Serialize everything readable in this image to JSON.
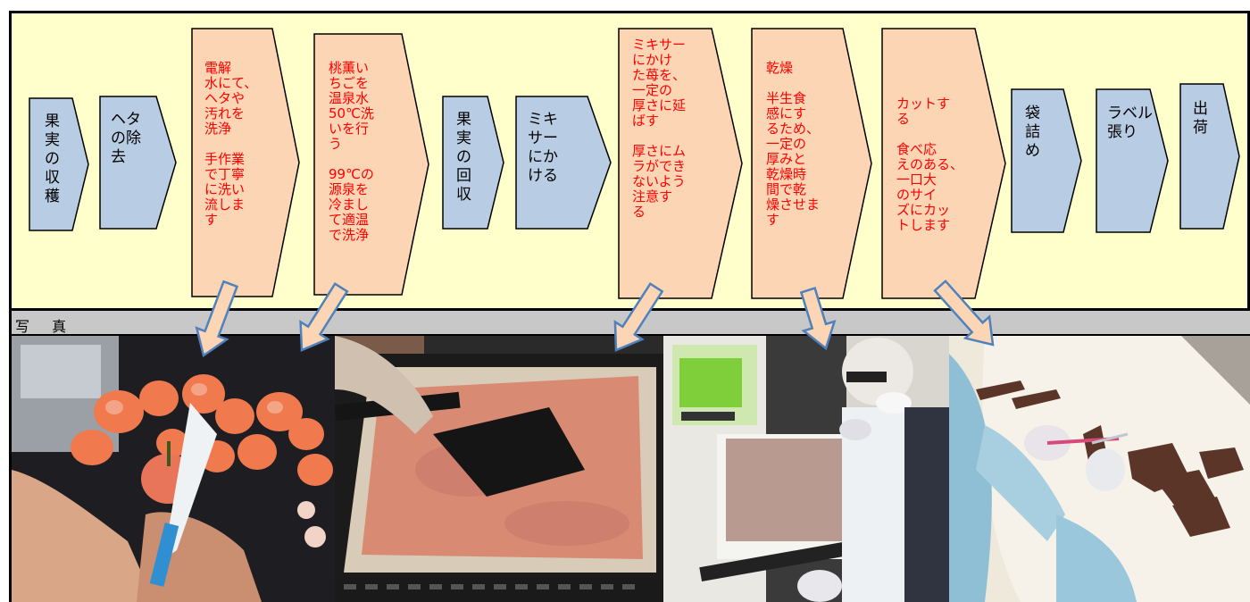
{
  "photo_section": {
    "label": "写 真"
  },
  "steps": [
    {
      "lines": [
        "果",
        "実",
        "の",
        "収",
        "穫"
      ],
      "text": "果実の収穫"
    },
    {
      "lines": [
        "ヘタ",
        "の除",
        "去"
      ],
      "text": "ヘタの除去"
    },
    {
      "lines": [
        "電解",
        "水にて、",
        "ヘタや",
        "汚れを",
        "洗浄",
        "",
        "手作業",
        "で丁寧",
        "に洗い",
        "流しま",
        "す"
      ],
      "text": "電解水にて、ヘタや汚れを洗浄 手作業で丁寧に洗い流します"
    },
    {
      "lines": [
        "桃薫い",
        "ちごを",
        "温泉水",
        "50℃洗",
        "いを行",
        "う",
        "",
        "99℃の",
        "源泉を",
        "冷まし",
        "て適温",
        "で洗浄"
      ],
      "text": "桃薫いちごを温泉水50℃洗いを行う 99℃の源泉を冷まして適温で洗浄"
    },
    {
      "lines": [
        "果",
        "実",
        "の",
        "回",
        "収"
      ],
      "text": "果実の回収"
    },
    {
      "lines": [
        "ミキ",
        "サー",
        "にか",
        "ける"
      ],
      "text": "ミキサーにかける"
    },
    {
      "lines": [
        "ミキサー",
        "にかけ",
        "た苺を、",
        "一定の",
        "厚さに延",
        "ばす",
        "",
        "厚さにム",
        "ラができ",
        "ないよう",
        "注意す",
        "る"
      ],
      "text": "ミキサーにかけた苺を、一定の厚さに延ばす 厚さにムラができないよう注意する"
    },
    {
      "lines": [
        "乾燥",
        "",
        "半生食",
        "感にす",
        "るため、",
        "一定の",
        "厚みと",
        "乾燥時",
        "間で乾",
        "燥させま",
        "す"
      ],
      "text": "乾燥 半生食感にするため、一定の厚みと乾燥時間で乾燥させます"
    },
    {
      "lines": [
        "カットす",
        "る",
        "",
        "食べ応",
        "えのある、",
        "一口大",
        "のサイ",
        "ズにカッ",
        "トします"
      ],
      "text": "カットする 食べ応えのある、一口大のサイズにカットします"
    },
    {
      "lines": [
        "袋",
        "詰",
        "め"
      ],
      "text": "袋詰め"
    },
    {
      "lines": [
        "ラベル",
        "張り"
      ],
      "text": "ラベル張り"
    },
    {
      "lines": [
        "出",
        "荷"
      ],
      "text": "出荷"
    }
  ],
  "colors": {
    "panel_bg": "#ffffcc",
    "blue_fill": "#b8cce4",
    "orange_fill": "#fcd5b5",
    "red_text": "#ff0000",
    "arrow_fill": "#fcd5b5",
    "arrow_stroke": "#4f81bd"
  },
  "photos": [
    {
      "icon": "strawberry-washing-photo"
    },
    {
      "icon": "spreading-puree-photo"
    },
    {
      "icon": "drying-machine-photo"
    },
    {
      "icon": "cutting-photo"
    }
  ]
}
